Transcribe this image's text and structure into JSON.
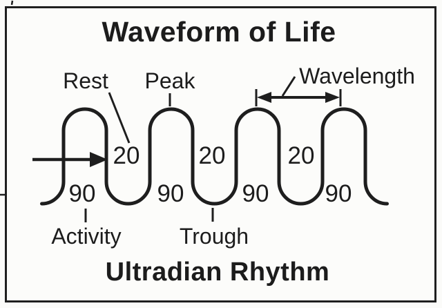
{
  "title": "Waveform of Life",
  "footer_title": "Ultradian Rhythm",
  "annotations": {
    "rest": "Rest",
    "peak": "Peak",
    "wavelength": "Wavelength",
    "activity": "Activity",
    "trough": "Trough"
  },
  "wave": {
    "type": "rounded-square-wave",
    "peaks_count": 4,
    "rest_minutes_labels": [
      "20",
      "20",
      "20"
    ],
    "activity_minutes_labels": [
      "90",
      "90",
      "90",
      "90"
    ]
  },
  "colors": {
    "ink": "#1e1e1e",
    "background": "#fbfbf9",
    "border": "#1f1f1f"
  }
}
